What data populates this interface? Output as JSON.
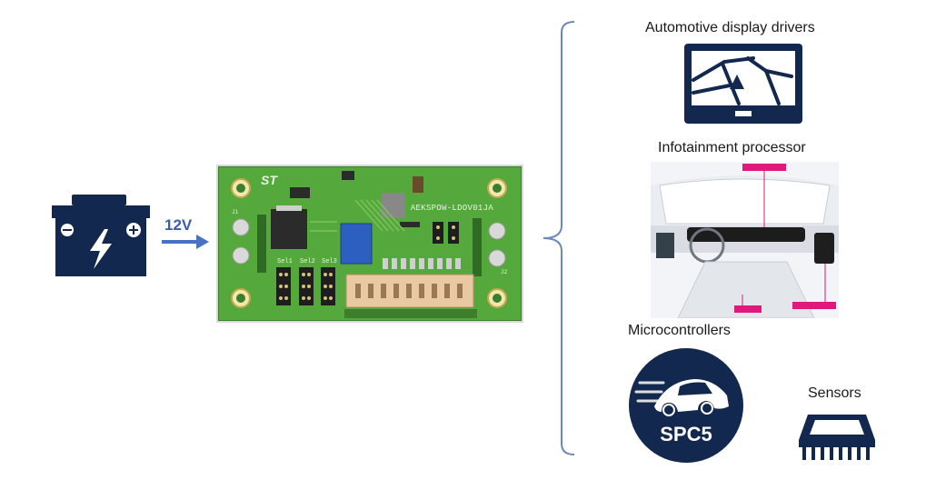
{
  "input_voltage": "12V",
  "pcb": {
    "board_name": "AEKSPOW-LDOV01JA",
    "logo": "ST",
    "selector_labels": [
      "Sel1",
      "Sel2",
      "Sel3"
    ],
    "connector_labels": [
      "J1",
      "J2"
    ]
  },
  "loads": {
    "display_drivers": "Automotive  display drivers",
    "infotainment": "Infotainment processor",
    "microcontrollers": "Microcontrollers",
    "sensors": "Sensors",
    "mcu_brand": "SPC5"
  },
  "colors": {
    "navy": "#13284f",
    "pcb_green": "#55a83c",
    "arrow_blue": "#4a72c4",
    "brace": "#6b88bd",
    "pink_tag": "#e0197a"
  },
  "icons": [
    "battery-icon",
    "arrow-right-icon",
    "pcb-board",
    "monitor-icon",
    "cockpit-image",
    "spc5-car-badge-icon",
    "chip-icon"
  ]
}
